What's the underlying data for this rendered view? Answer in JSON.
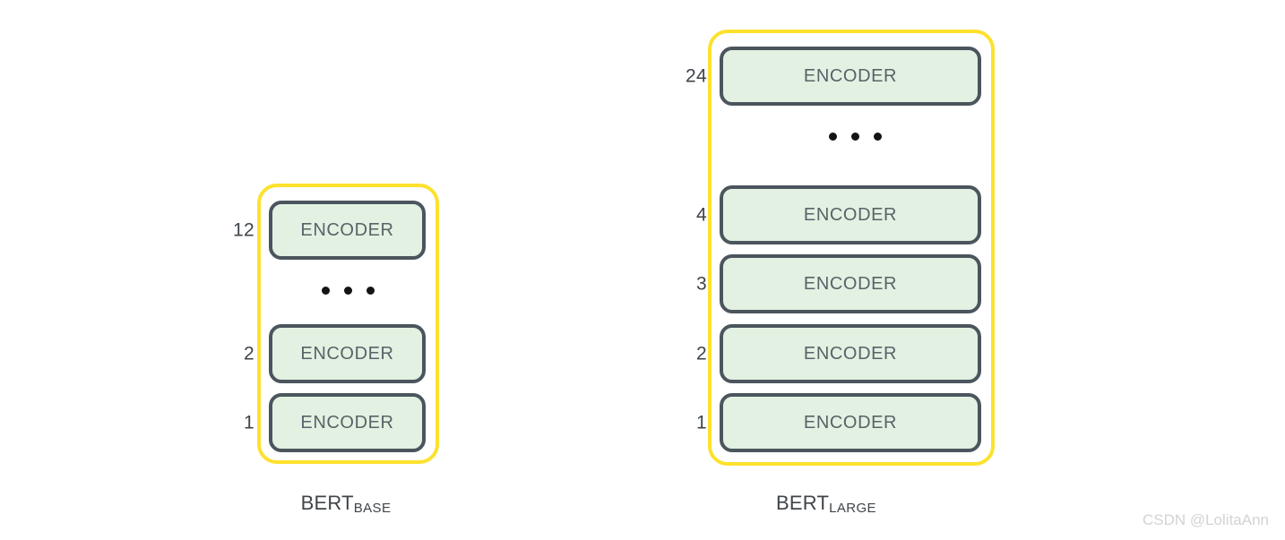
{
  "figure": {
    "background": "#ffffff",
    "colors": {
      "yellow_outline": "#fde12d",
      "encoder_fill": "#e2f1e2",
      "encoder_border": "#4b555d",
      "encoder_text": "#596268",
      "label_text": "#3e444a",
      "dot": "#141414",
      "watermark": "#d3d3d3"
    },
    "watermark": "CSDN @LolitaAnn"
  },
  "stacks": [
    {
      "id": "bert-base",
      "caption_main": "BERT",
      "caption_sub": "BASE",
      "ellipsis_dots": 3,
      "layers": [
        {
          "number": "12",
          "label": "ENCODER"
        },
        {
          "number": "2",
          "label": "ENCODER"
        },
        {
          "number": "1",
          "label": "ENCODER"
        }
      ]
    },
    {
      "id": "bert-large",
      "caption_main": "BERT",
      "caption_sub": "LARGE",
      "ellipsis_dots": 3,
      "layers": [
        {
          "number": "24",
          "label": "ENCODER"
        },
        {
          "number": "4",
          "label": "ENCODER"
        },
        {
          "number": "3",
          "label": "ENCODER"
        },
        {
          "number": "2",
          "label": "ENCODER"
        },
        {
          "number": "1",
          "label": "ENCODER"
        }
      ]
    }
  ]
}
